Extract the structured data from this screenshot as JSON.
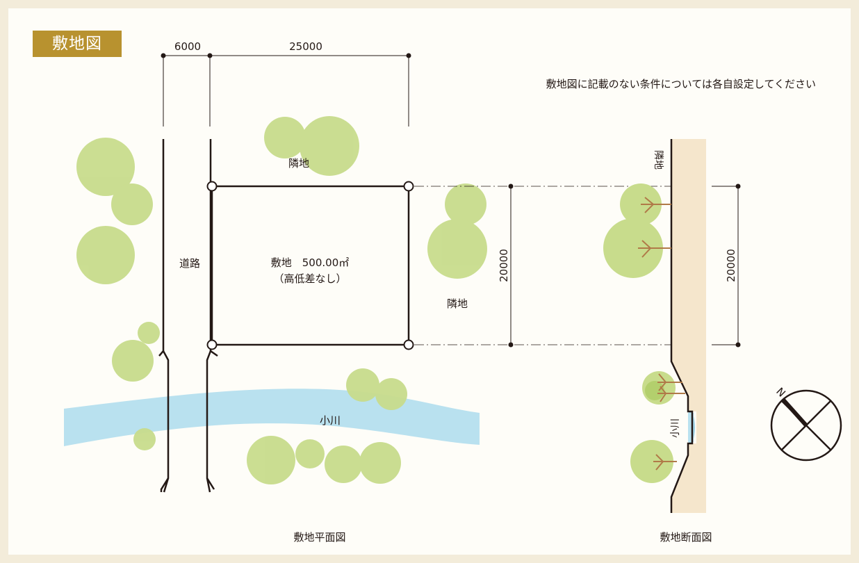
{
  "header": {
    "label": "敷地図"
  },
  "note": "敷地図に記載のない条件については各自設定してください",
  "plan": {
    "dim_road": "6000",
    "dim_site_width": "25000",
    "dim_site_depth": "20000",
    "road_label": "道路",
    "site_label": "敷地　500.00㎡",
    "site_sublabel": "（高低差なし）",
    "neighbor_north": "隣地",
    "neighbor_east": "隣地",
    "river_label": "小川",
    "caption": "敷地平面図"
  },
  "section": {
    "neighbor_label": "隣地",
    "dim_depth": "20000",
    "river_label": "小川",
    "caption": "敷地断面図"
  },
  "compass": {
    "north_label": "N"
  },
  "colors": {
    "tag_bg": "#b8922f",
    "tree": "#c8dc8c",
    "river": "#b9e1ef",
    "ground": "#f5e6cc",
    "line": "#231815",
    "branch": "#b07a48"
  }
}
